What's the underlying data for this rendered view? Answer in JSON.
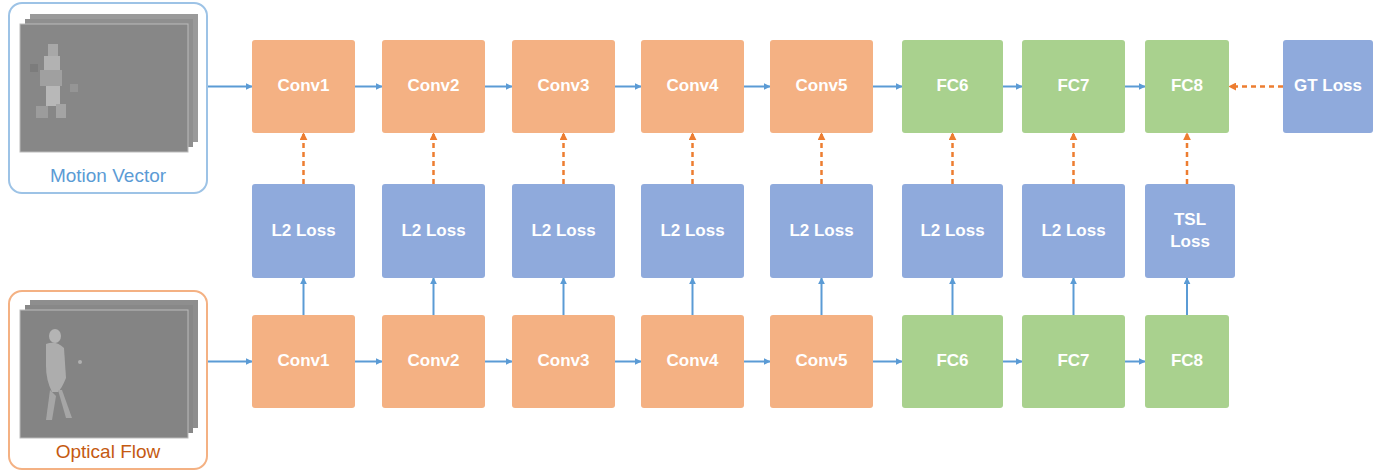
{
  "diagram": {
    "nodes": [
      {
        "text": [
          "Motion Vector"
        ]
      },
      {
        "text": [
          "Conv1"
        ]
      },
      {
        "text": [
          "Conv2"
        ]
      },
      {
        "text": [
          "Conv3"
        ]
      },
      {
        "text": [
          "Conv4"
        ]
      },
      {
        "text": [
          "Conv5"
        ]
      },
      {
        "text": [
          "FC6"
        ]
      },
      {
        "text": [
          "FC7"
        ]
      },
      {
        "text": [
          "FC8"
        ]
      },
      {
        "text": [
          "GT Loss"
        ]
      },
      {
        "text": [
          "L2 Loss"
        ]
      },
      {
        "text": [
          "L2 Loss"
        ]
      },
      {
        "text": [
          "L2 Loss"
        ]
      },
      {
        "text": [
          "L2 Loss"
        ]
      },
      {
        "text": [
          "L2 Loss"
        ]
      },
      {
        "text": [
          "L2 Loss"
        ]
      },
      {
        "text": [
          "L2 Loss"
        ]
      },
      {
        "text": [
          "TSL Loss"
        ]
      },
      {
        "text": [
          "Optical Flow"
        ]
      },
      {
        "text": [
          "Conv1"
        ]
      },
      {
        "text": [
          "Conv2"
        ]
      },
      {
        "text": [
          "Conv3"
        ]
      },
      {
        "text": [
          "Conv4"
        ]
      },
      {
        "text": [
          "Conv5"
        ]
      },
      {
        "text": [
          "FC6"
        ]
      },
      {
        "text": [
          "FC7"
        ]
      },
      {
        "text": [
          "FC8"
        ]
      }
    ],
    "edges": [
      {
        "from": 0,
        "to": 1,
        "arrow": "to"
      },
      {
        "from": 1,
        "to": 2,
        "arrow": "to"
      },
      {
        "from": 2,
        "to": 3,
        "arrow": "to"
      },
      {
        "from": 3,
        "to": 4,
        "arrow": "to"
      },
      {
        "from": 4,
        "to": 5,
        "arrow": "to"
      },
      {
        "from": 5,
        "to": 6,
        "arrow": "to"
      },
      {
        "from": 6,
        "to": 7,
        "arrow": "to"
      },
      {
        "from": 7,
        "to": 8,
        "arrow": "to"
      },
      {
        "from": 9,
        "to": 8,
        "arrow": "to"
      },
      {
        "from": 10,
        "to": 1,
        "arrow": "to"
      },
      {
        "from": 11,
        "to": 2,
        "arrow": "to"
      },
      {
        "from": 12,
        "to": 3,
        "arrow": "to"
      },
      {
        "from": 13,
        "to": 4,
        "arrow": "to"
      },
      {
        "from": 14,
        "to": 5,
        "arrow": "to"
      },
      {
        "from": 15,
        "to": 6,
        "arrow": "to"
      },
      {
        "from": 16,
        "to": 7,
        "arrow": "to"
      },
      {
        "from": 17,
        "to": 8,
        "arrow": "to"
      },
      {
        "from": 18,
        "to": 19,
        "arrow": "to"
      },
      {
        "from": 19,
        "to": 20,
        "arrow": "to"
      },
      {
        "from": 20,
        "to": 21,
        "arrow": "to"
      },
      {
        "from": 21,
        "to": 22,
        "arrow": "to"
      },
      {
        "from": 22,
        "to": 23,
        "arrow": "to"
      },
      {
        "from": 23,
        "to": 24,
        "arrow": "to"
      },
      {
        "from": 24,
        "to": 25,
        "arrow": "to"
      },
      {
        "from": 25,
        "to": 26,
        "arrow": "to"
      },
      {
        "from": 19,
        "to": 10,
        "arrow": "to"
      },
      {
        "from": 20,
        "to": 11,
        "arrow": "to"
      },
      {
        "from": 21,
        "to": 12,
        "arrow": "to"
      },
      {
        "from": 22,
        "to": 13,
        "arrow": "to"
      },
      {
        "from": 23,
        "to": 14,
        "arrow": "to"
      },
      {
        "from": 24,
        "to": 15,
        "arrow": "to"
      },
      {
        "from": 25,
        "to": 16,
        "arrow": "to"
      },
      {
        "from": 26,
        "to": 17,
        "arrow": "to"
      }
    ]
  }
}
